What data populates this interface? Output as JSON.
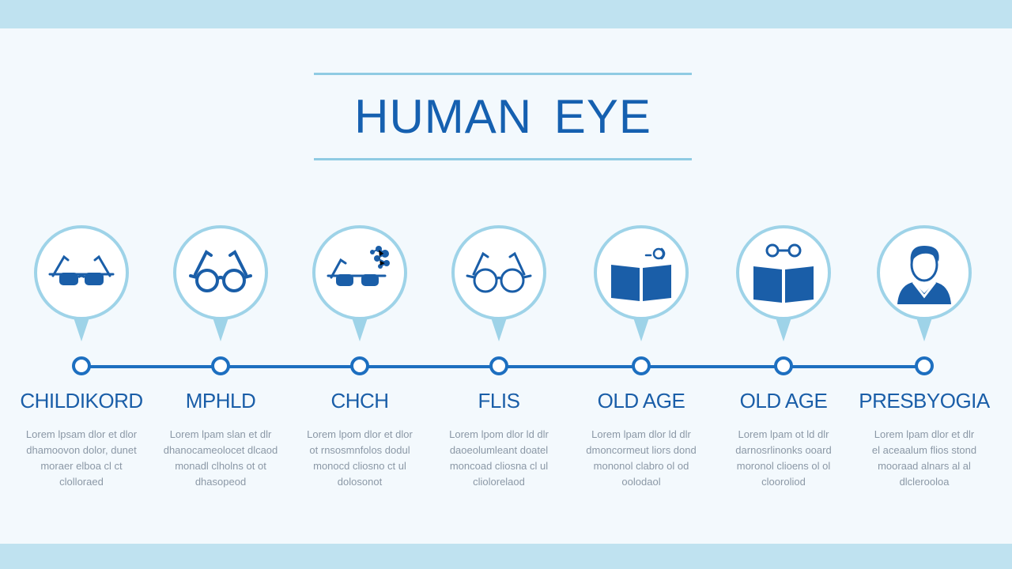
{
  "title": "HUMAN EYE",
  "stages": [
    {
      "label": "CHILDIKORD",
      "icon": "sunglasses-icon",
      "desc": [
        "Lorem lpsam dlor et dlor",
        "dhamoovon dolor, dunet",
        "moraer elboa cl ct",
        "clolloraed"
      ]
    },
    {
      "label": "MPHLD",
      "icon": "glasses-icon",
      "desc": [
        "Lorem lpam slan et dlr",
        "dhanocameolocet dlcaod",
        "monadl clholns ot ot",
        "dhasopeod"
      ]
    },
    {
      "label": "CHCH",
      "icon": "glasses-with-molecule-icon",
      "desc": [
        "Lorem lpom dlor et dlor",
        "ot rnsosmnfolos dodul",
        "monocd cliosno ct ul",
        "dolosonot"
      ]
    },
    {
      "label": "FLIS",
      "icon": "round-glasses-icon",
      "desc": [
        "Lorem lpom dlor ld dlr",
        "daoeolumleant doatel",
        "moncoad cliosna cl ul",
        "cliolorelaod"
      ]
    },
    {
      "label": "OLD AGE",
      "icon": "open-book-icon",
      "desc": [
        "Lorem lpam dlor ld dlr",
        "dmoncormeut liors dond",
        "mononol clabro ol od",
        "oolodaol"
      ]
    },
    {
      "label": "OLD AGE",
      "icon": "book-with-glasses-icon",
      "desc": [
        "Lorem lpam ot ld dlr",
        "darnosrlinonks ooard",
        "moronol clioens ol ol",
        "clooroliod"
      ]
    },
    {
      "label": "PRESBYOGIA",
      "icon": "person-icon",
      "desc": [
        "Lorem lpam dlor et dlr",
        "el aceaalum flios stond",
        "mooraad alnars al al",
        "dlclerooloa"
      ]
    }
  ],
  "colors": {
    "accent": "#1d6fc0",
    "title": "#1560b0",
    "ring": "#9ed3e8",
    "icon_fill": "#1a5ea8"
  }
}
